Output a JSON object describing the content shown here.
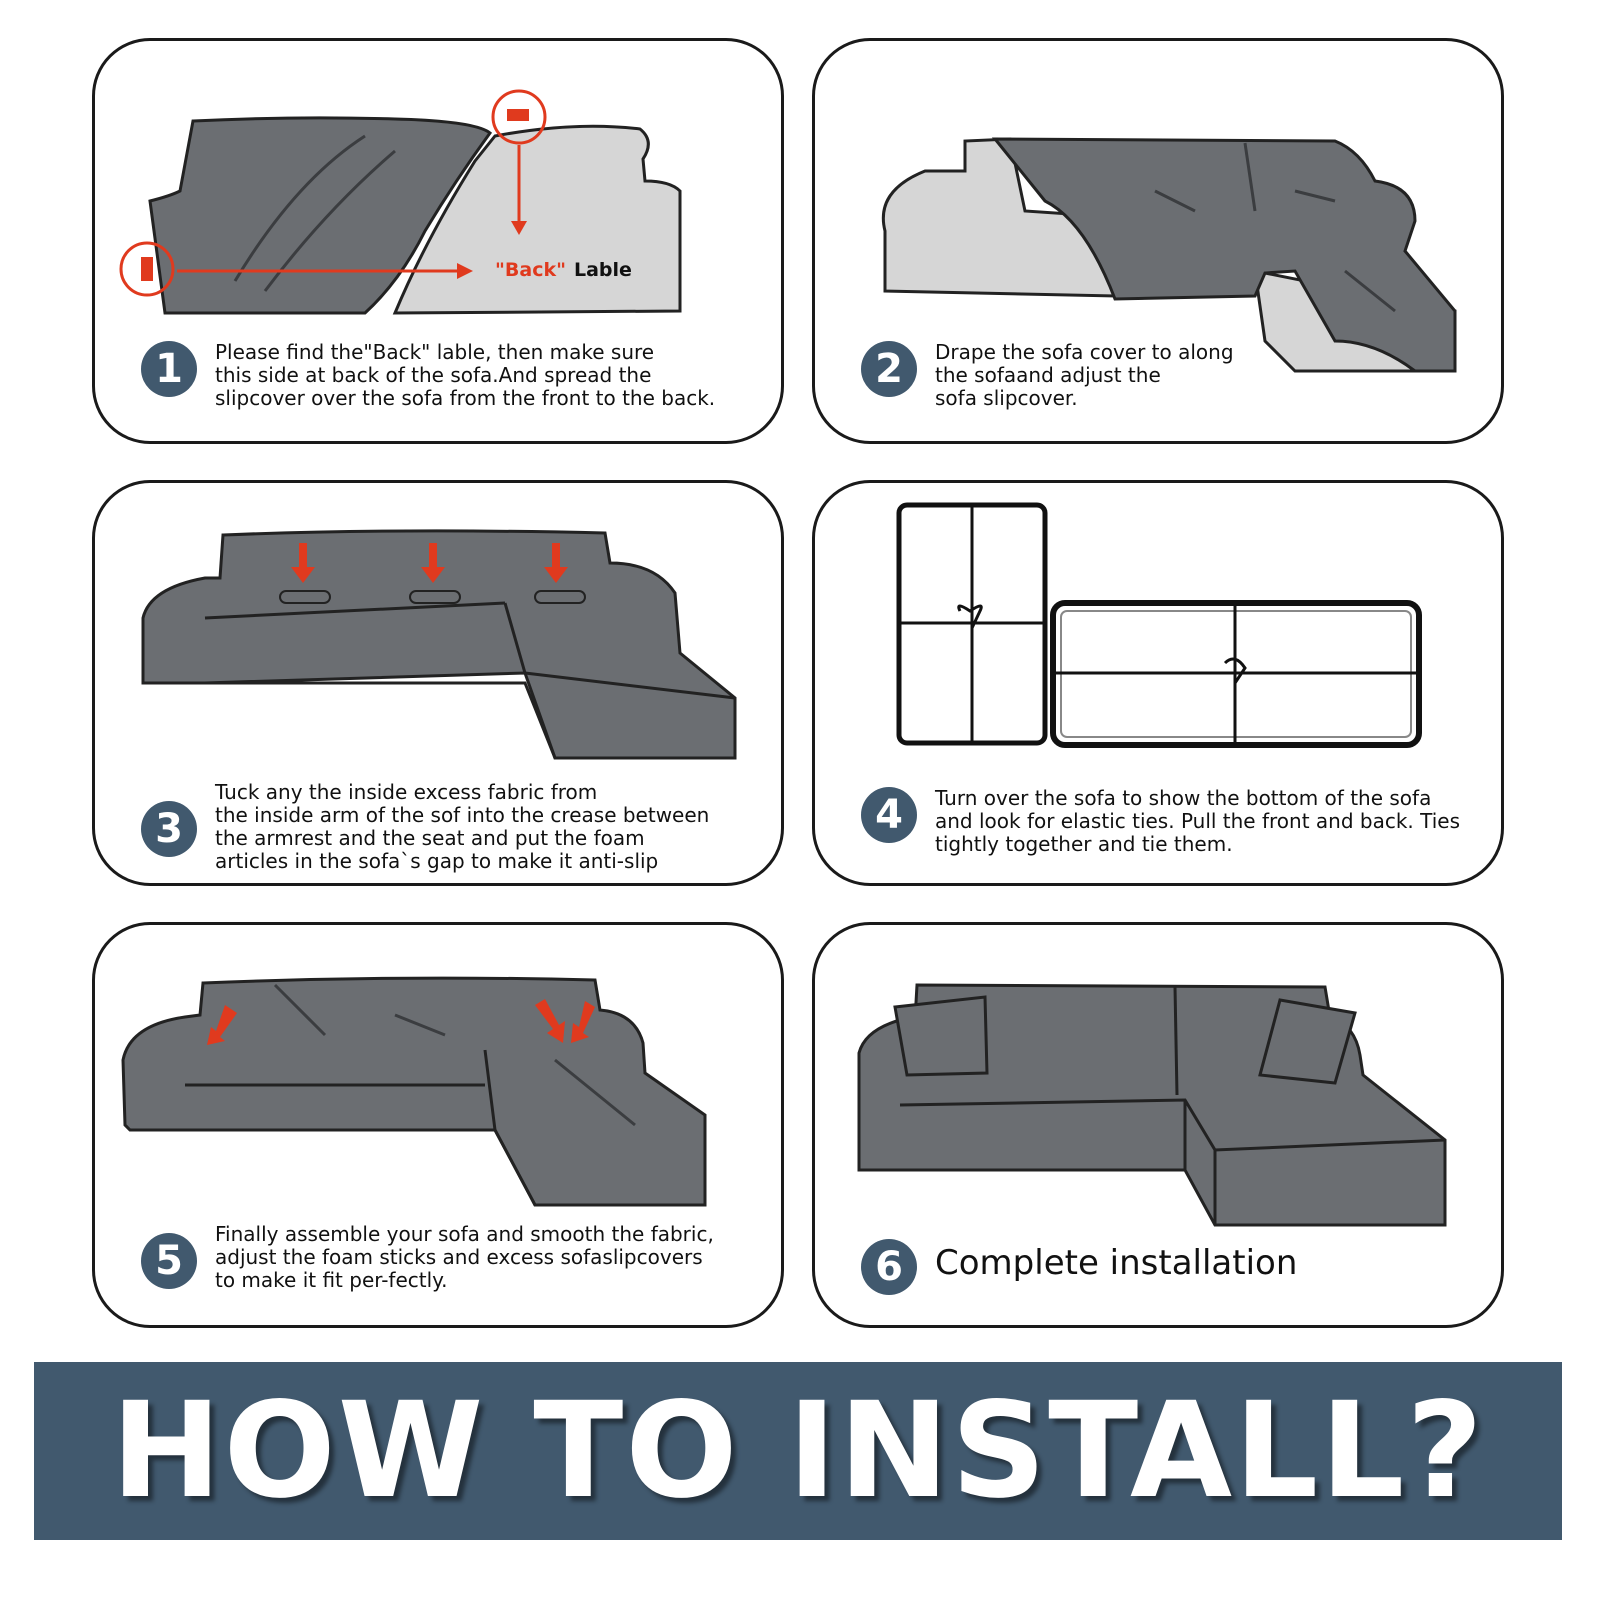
{
  "steps": [
    {
      "number": "1",
      "text": "Please find the\"Back\" lable, then make sure\nthis side at back of the sofa.And spread the\nslipcover over the sofa from the front to the back."
    },
    {
      "number": "2",
      "text": "Drape the sofa cover to along\nthe sofaand adjust the\nsofa slipcover."
    },
    {
      "number": "3",
      "text": "Tuck any the inside excess fabric from\nthe inside arm of the sof into the crease between\nthe armrest and the seat and put the foam\narticles in the sofa`s gap to make it anti-slip"
    },
    {
      "number": "4",
      "text": "Turn over the sofa to show the bottom of the sofa\nand look for elastic ties. Pull the front and back. Ties\ntightly together and tie them."
    },
    {
      "number": "5",
      "text": "Finally assemble your sofa and smooth the fabric,\nadjust the foam sticks and excess sofaslipcovers\nto make it fit per-fectly."
    },
    {
      "number": "6",
      "text": "Complete installation"
    }
  ],
  "back_label": {
    "quoted": "\"Back\"",
    "word": "Lable"
  },
  "banner": {
    "title": "HOW TO INSTALL?"
  },
  "colors": {
    "accent": "#41596e",
    "sofa_dark": "#6b6e72",
    "sofa_light": "#d6d6d6",
    "marker_red": "#e03a1e"
  }
}
